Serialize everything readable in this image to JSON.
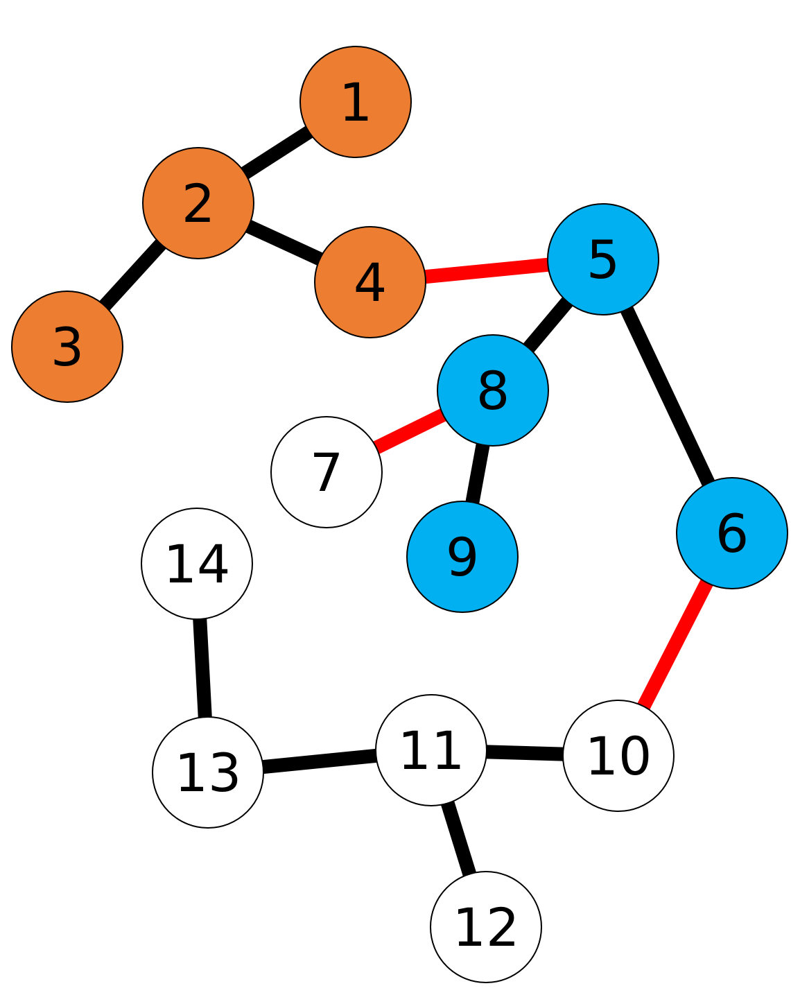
{
  "colors": {
    "orange": "#ED7D31",
    "blue": "#00B0F0",
    "white": "#FFFFFF",
    "edge_black": "#000000",
    "edge_red": "#FF0000",
    "outline": "#000000"
  },
  "nodes": [
    {
      "id": "1",
      "label": "1",
      "color": "orange"
    },
    {
      "id": "2",
      "label": "2",
      "color": "orange"
    },
    {
      "id": "3",
      "label": "3",
      "color": "orange"
    },
    {
      "id": "4",
      "label": "4",
      "color": "orange"
    },
    {
      "id": "5",
      "label": "5",
      "color": "blue"
    },
    {
      "id": "6",
      "label": "6",
      "color": "blue"
    },
    {
      "id": "7",
      "label": "7",
      "color": "white"
    },
    {
      "id": "8",
      "label": "8",
      "color": "blue"
    },
    {
      "id": "9",
      "label": "9",
      "color": "blue"
    },
    {
      "id": "10",
      "label": "10",
      "color": "white"
    },
    {
      "id": "11",
      "label": "11",
      "color": "white"
    },
    {
      "id": "12",
      "label": "12",
      "color": "white"
    },
    {
      "id": "13",
      "label": "13",
      "color": "white"
    },
    {
      "id": "14",
      "label": "14",
      "color": "white"
    }
  ],
  "edges": [
    {
      "from": "1",
      "to": "2",
      "color": "edge_black"
    },
    {
      "from": "2",
      "to": "3",
      "color": "edge_black"
    },
    {
      "from": "2",
      "to": "4",
      "color": "edge_black"
    },
    {
      "from": "4",
      "to": "5",
      "color": "edge_red"
    },
    {
      "from": "5",
      "to": "8",
      "color": "edge_black"
    },
    {
      "from": "5",
      "to": "6",
      "color": "edge_black"
    },
    {
      "from": "8",
      "to": "7",
      "color": "edge_red"
    },
    {
      "from": "8",
      "to": "9",
      "color": "edge_black"
    },
    {
      "from": "6",
      "to": "10",
      "color": "edge_red"
    },
    {
      "from": "10",
      "to": "11",
      "color": "edge_black"
    },
    {
      "from": "11",
      "to": "13",
      "color": "edge_black"
    },
    {
      "from": "11",
      "to": "12",
      "color": "edge_black"
    },
    {
      "from": "13",
      "to": "14",
      "color": "edge_black"
    }
  ]
}
